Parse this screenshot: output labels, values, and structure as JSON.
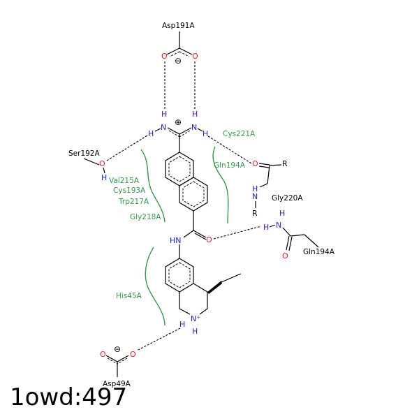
{
  "title": "1owd:497",
  "residues": {
    "asp191": "Asp191A",
    "ser192": "Ser192A",
    "cys221": "Cys221A",
    "gln194_top": "Gln194A",
    "gly220": "Gly220A",
    "val215": "Val215A",
    "cys193": "Cys193A",
    "trp217": "Trp217A",
    "gly218": "Gly218A",
    "his45": "His45A",
    "gln194_bottom": "Gln194A",
    "asp49": "Asp49A"
  },
  "atoms": {
    "o": "O",
    "n": "N",
    "h": "H",
    "hn": "HN",
    "r": "R",
    "minus": "⊖",
    "plus": "⊕",
    "nplus": "N⁺"
  },
  "colors": {
    "oxygen": "#e8181e",
    "nitrogen": "#2222c8",
    "residue_label": "#2e9a4a",
    "bond": "#000000"
  }
}
